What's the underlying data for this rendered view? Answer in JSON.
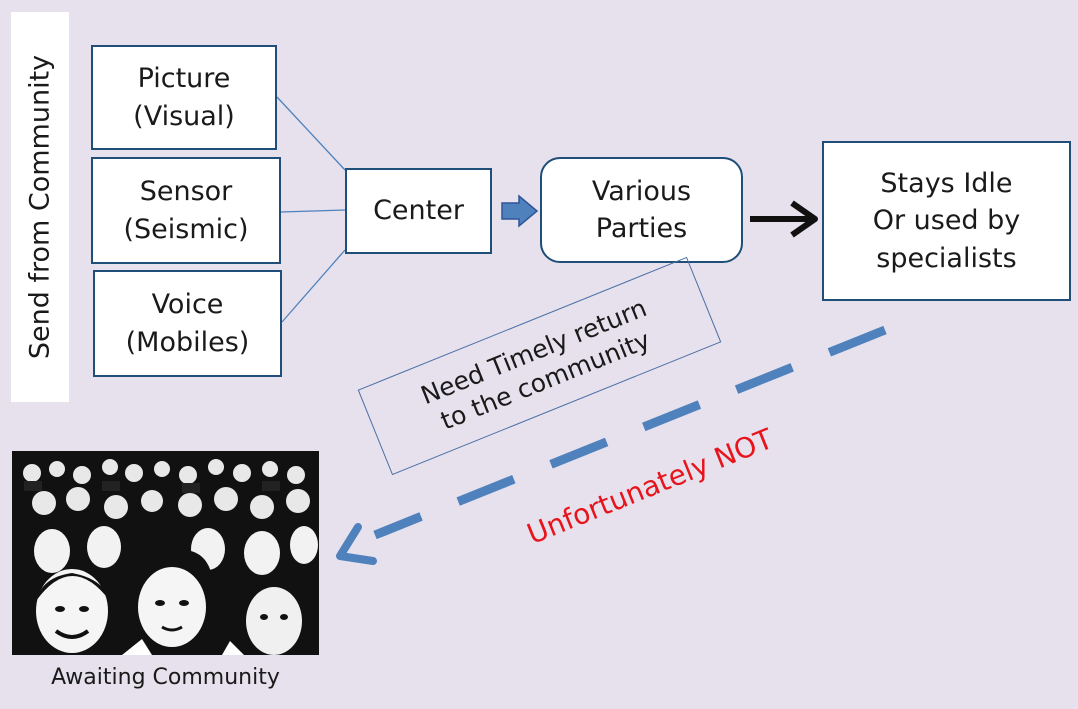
{
  "side_label": "Send from Community",
  "inputs": [
    {
      "line1": "Picture",
      "line2": "(Visual)"
    },
    {
      "line1": "Sensor",
      "line2": "(Seismic)"
    },
    {
      "line1": "Voice",
      "line2": "(Mobiles)"
    }
  ],
  "center_label": "Center",
  "parties": {
    "line1": "Various",
    "line2": "Parties"
  },
  "outcome": {
    "line1": "Stays Idle",
    "line2": "Or used by",
    "line3": "specialists"
  },
  "need_return": {
    "line1": "Need Timely return",
    "line2": "to the community"
  },
  "unfortunately": "Unfortunately NOT",
  "community_caption": "Awaiting Community",
  "colors": {
    "background": "#e6e1ec",
    "box_border": "#1f4e79",
    "dashed_return": "#4f81bd",
    "negation_text": "#e8141c",
    "block_arrow": "#4f81bd"
  },
  "icons": {
    "crowd_image": "crowd-illustration",
    "block_arrow": "right-block-arrow-icon",
    "bold_arrow": "right-arrow-icon",
    "return_arrow": "down-left-arrow-icon"
  }
}
